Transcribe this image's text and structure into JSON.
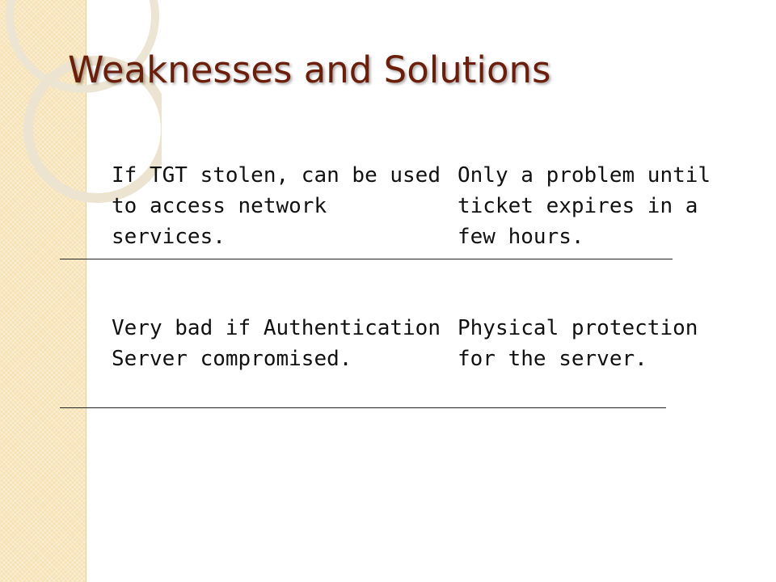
{
  "slide": {
    "title": "Weaknesses and Solutions",
    "rows": [
      {
        "weakness": "If TGT stolen, can be used\nto access network\nservices.",
        "solution": "Only a problem until\nticket expires in a\nfew hours."
      },
      {
        "weakness": "Very bad if Authentication\nServer compromised.",
        "solution": "Physical protection\nfor the server."
      }
    ]
  },
  "theme": {
    "title_color": "#6b1f0b",
    "band_color": "#f7e2b6",
    "text_color": "#111111"
  }
}
